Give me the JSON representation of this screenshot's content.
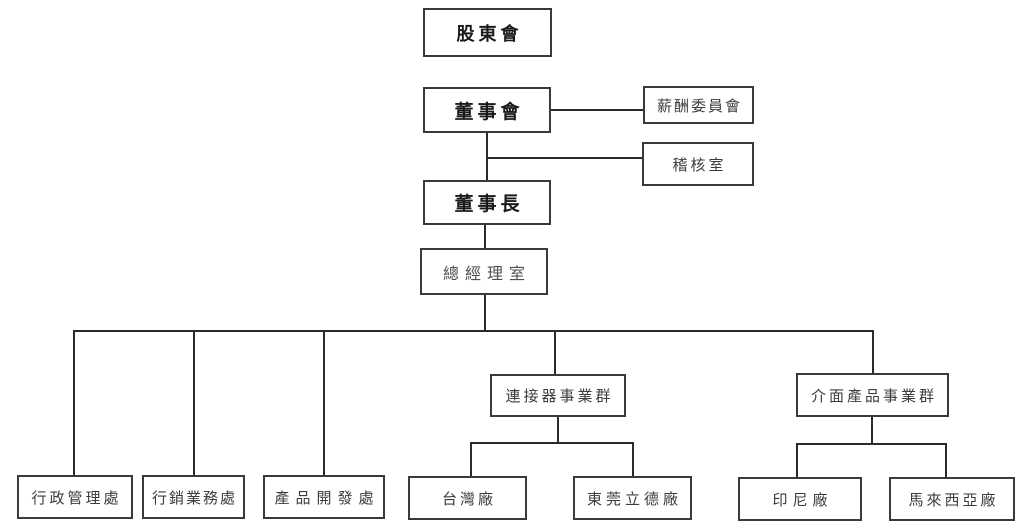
{
  "colors": {
    "background": "#ffffff",
    "line": "#2b2b2b",
    "border": "#3a3a3a",
    "text_bold": "#1a1a1a",
    "text_regular": "#3c3c3c"
  },
  "nodes": {
    "shareholders": {
      "label": "股東會"
    },
    "board": {
      "label": "董事會"
    },
    "compensation_committee": {
      "label": "薪酬委員會"
    },
    "audit_office": {
      "label": "稽核室"
    },
    "chairman": {
      "label": "董事長"
    },
    "gm_office": {
      "label": "總經理室"
    },
    "admin_division": {
      "label": "行政管理處"
    },
    "marketing_division": {
      "label": "行銷業務處"
    },
    "product_dev_division": {
      "label": "產品開發處"
    },
    "connector_bg": {
      "label": "連接器事業群"
    },
    "interface_bg": {
      "label": "介面產品事業群"
    },
    "taiwan_plant": {
      "label": "台灣廠"
    },
    "dongguan_plant": {
      "label": "東莞立德廠"
    },
    "indonesia_plant": {
      "label": "印尼廠"
    },
    "malaysia_plant": {
      "label": "馬來西亞廠"
    }
  },
  "hierarchy": {
    "edges": [
      {
        "from": "board",
        "to": "compensation_committee",
        "type": "lateral"
      },
      {
        "from": "board",
        "to": "audit_office",
        "type": "lateral"
      },
      {
        "from": "board",
        "to": "chairman",
        "type": "vertical"
      },
      {
        "from": "chairman",
        "to": "gm_office",
        "type": "vertical"
      },
      {
        "from": "gm_office",
        "to": "admin_division",
        "type": "vertical"
      },
      {
        "from": "gm_office",
        "to": "marketing_division",
        "type": "vertical"
      },
      {
        "from": "gm_office",
        "to": "product_dev_division",
        "type": "vertical"
      },
      {
        "from": "gm_office",
        "to": "connector_bg",
        "type": "vertical"
      },
      {
        "from": "gm_office",
        "to": "interface_bg",
        "type": "vertical"
      },
      {
        "from": "connector_bg",
        "to": "taiwan_plant",
        "type": "vertical"
      },
      {
        "from": "connector_bg",
        "to": "dongguan_plant",
        "type": "vertical"
      },
      {
        "from": "interface_bg",
        "to": "indonesia_plant",
        "type": "vertical"
      },
      {
        "from": "interface_bg",
        "to": "malaysia_plant",
        "type": "vertical"
      }
    ],
    "note_top_node_unconnected": "shareholders"
  }
}
